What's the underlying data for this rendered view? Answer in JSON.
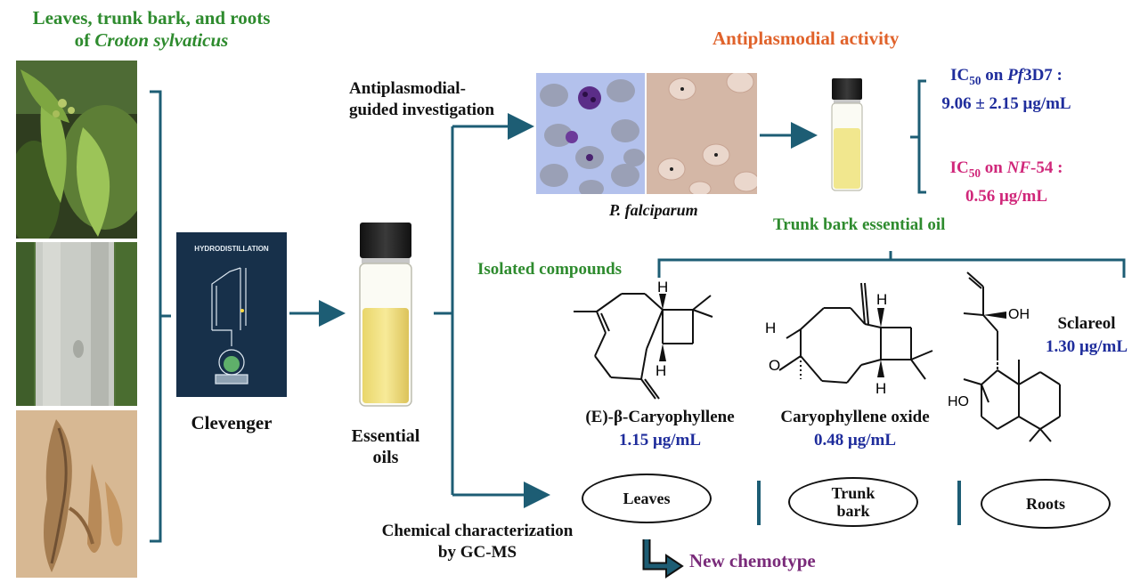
{
  "source": {
    "title_line1": "Leaves, trunk bark, and roots",
    "title_line2_prefix": "of ",
    "title_species": "Croton sylvaticus"
  },
  "clevenger": {
    "panel_title": "HYDRODISTILLATION",
    "label": "Clevenger"
  },
  "essential_oils": {
    "line1": "Essential",
    "line2": "oils"
  },
  "guided": {
    "line1": "Antiplasmodial-",
    "line2": "guided investigation"
  },
  "parasite": {
    "caption": "P. falciparum"
  },
  "activity": {
    "title": "Antiplasmodial activity",
    "ic50_prefix": "IC",
    "ic50_sub": "50",
    "pf3d7_on": " on ",
    "pf3d7_strain": "Pf",
    "pf3d7_strain2": "3D7 :",
    "pf3d7_value": "9.06 ± 2.15 μg/mL",
    "nf54_on": " on ",
    "nf54_strain": "NF",
    "nf54_strain2": "-54 :",
    "nf54_value": "0.56 μg/mL",
    "sample_label": "Trunk bark essential oil"
  },
  "compounds": {
    "section_label": "Isolated compounds",
    "items": [
      {
        "name": "(E)-β-Caryophyllene",
        "value": "1.15 μg/mL"
      },
      {
        "name": "Caryophyllene oxide",
        "value": "0.48 μg/mL"
      },
      {
        "name": "Sclareol",
        "value": "1.30 μg/mL"
      }
    ],
    "atoms": {
      "H": "H",
      "O": "O",
      "OH": "OH",
      "HO": "HO"
    }
  },
  "characterization": {
    "line1": "Chemical characterization",
    "line2": "by GC-MS",
    "parts": [
      {
        "line1": "Leaves",
        "line2": ""
      },
      {
        "line1": "Trunk",
        "line2": "bark"
      },
      {
        "line1": "Roots",
        "line2": ""
      }
    ],
    "result": "New chemotype"
  },
  "colors": {
    "arrow": "#1d5d74",
    "green": "#2e8b2e",
    "orange": "#e0622a",
    "navy": "#1f2d9c",
    "pink": "#d0277a",
    "purple": "#7a2b7a"
  }
}
